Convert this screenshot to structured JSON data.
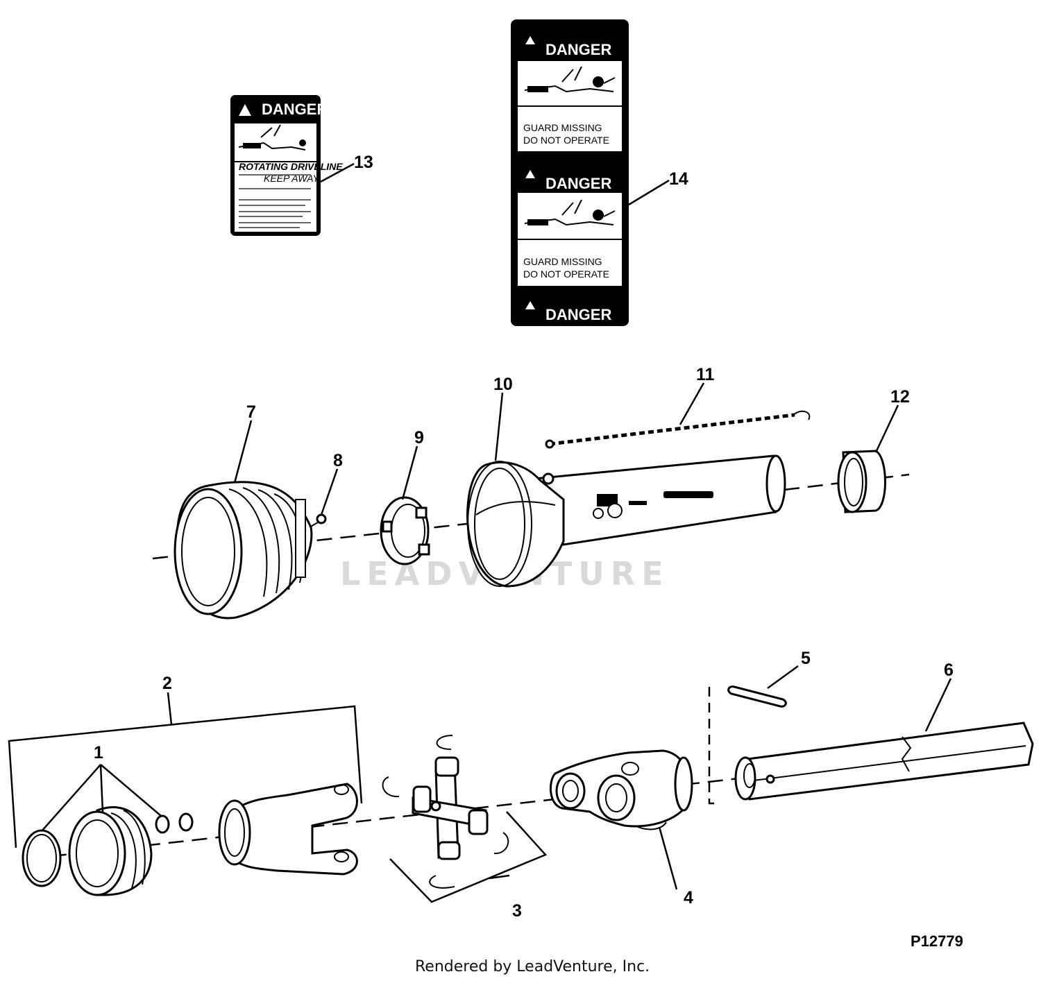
{
  "watermark": "LEADVENTURE",
  "decal_13": {
    "heading": "DANGER",
    "line_1": "ROTATING DRIVELINE",
    "line_2": "KEEP AWAY"
  },
  "decal_14": {
    "heading_1": "DANGER",
    "warning_1_line_1": "GUARD MISSING",
    "warning_1_line_2": "DO NOT OPERATE",
    "heading_2": "DANGER",
    "warning_2_line_1": "GUARD MISSING",
    "warning_2_line_2": "DO NOT OPERATE",
    "heading_3": "DANGER"
  },
  "callouts": {
    "c1": "1",
    "c2": "2",
    "c3": "3",
    "c4": "4",
    "c5": "5",
    "c6": "6",
    "c7": "7",
    "c8": "8",
    "c9": "9",
    "c10": "10",
    "c11": "11",
    "c12": "12",
    "c13": "13",
    "c14": "14"
  },
  "figure_code": "P12779",
  "footer": "Rendered by LeadVenture, Inc.",
  "icons": [
    "warning-triangle-icon",
    "entanglement-pictogram-icon",
    "tractor-logo-icon"
  ]
}
